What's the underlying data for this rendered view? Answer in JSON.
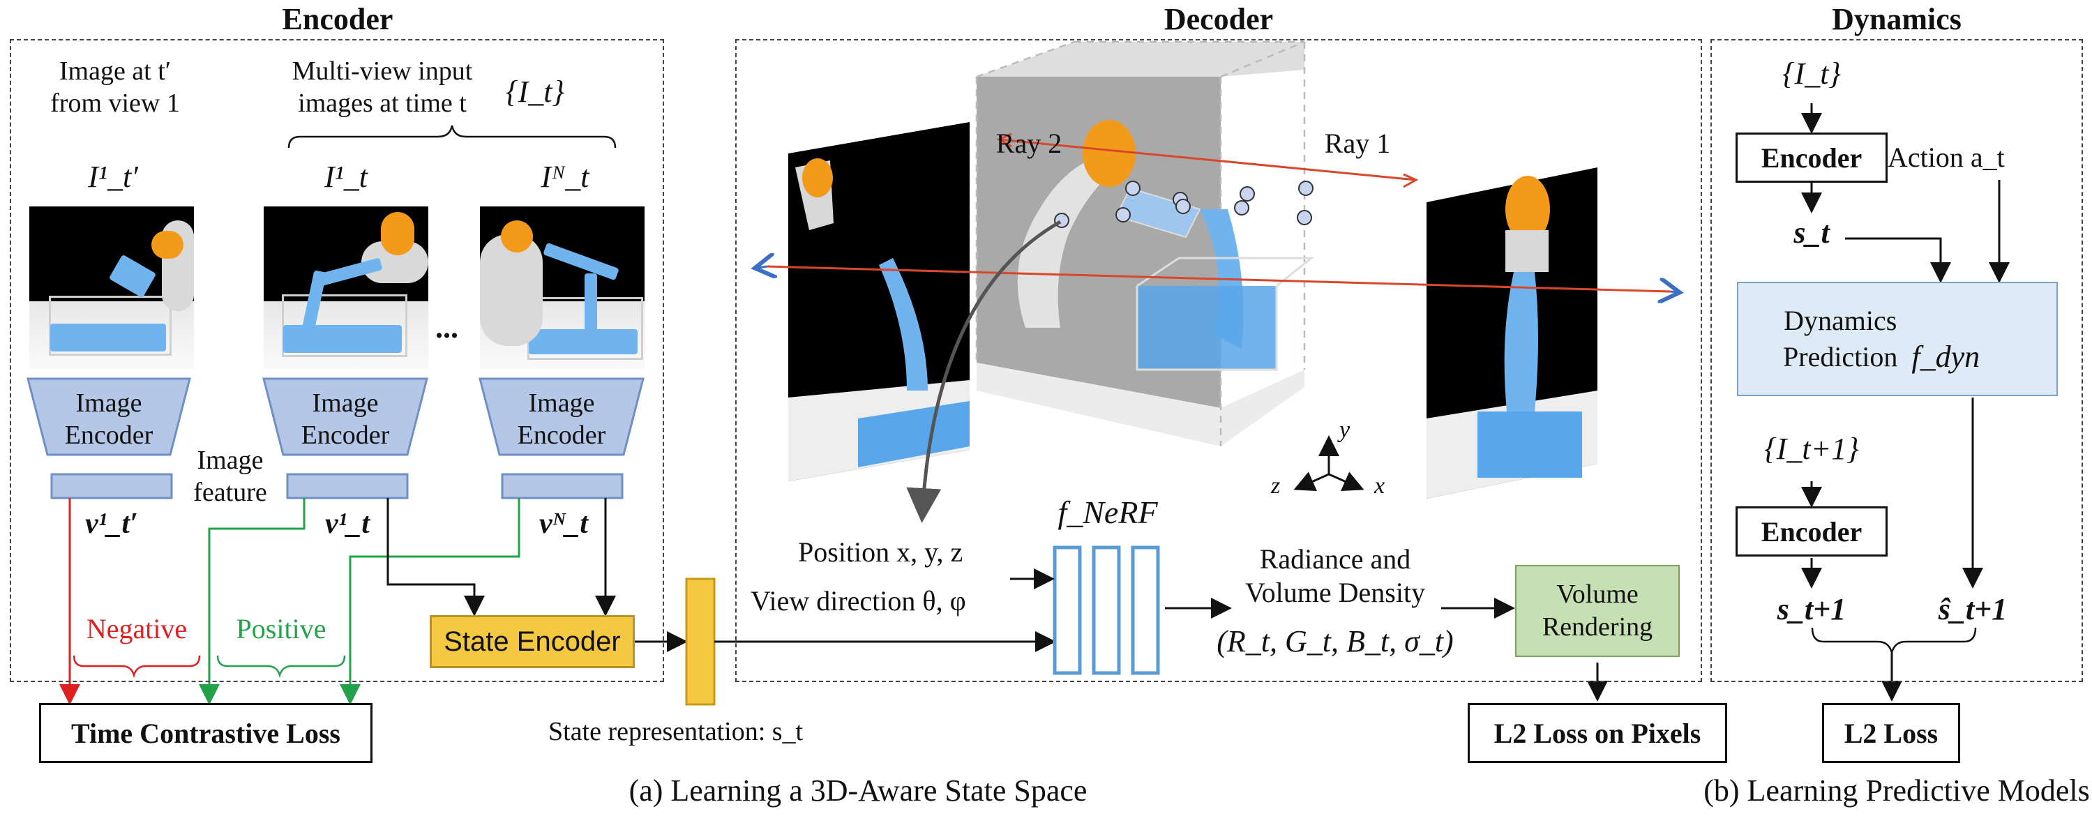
{
  "sections": {
    "encoder": "Encoder",
    "decoder": "Decoder",
    "dynamics": "Dynamics"
  },
  "encoder_panel": {
    "image_at_t_prime": "Image at t′\nfrom view 1",
    "multiview_label": "Multi-view input\nimages at time t",
    "image_set": "{I_t}",
    "img_label_tprime": "I¹_t′",
    "img_label_1": "I¹_t",
    "img_label_N": "Iᴺ_t",
    "ellipsis": "...",
    "image_encoder": "Image\nEncoder",
    "image_feature": "Image\nfeature",
    "v_tprime": "v¹_t′",
    "v_1": "v¹_t",
    "v_N": "vᴺ_t",
    "negative": "Negative",
    "positive": "Positive",
    "state_encoder": "State Encoder",
    "time_contrastive_loss": "Time Contrastive Loss",
    "state_representation": "State representation: s_t"
  },
  "decoder_panel": {
    "ray1": "Ray 1",
    "ray2": "Ray 2",
    "axis_y": "y",
    "axis_z": "z",
    "axis_x": "x",
    "position": "Position x, y, z",
    "view_direction": "View direction θ, φ",
    "f_nerf": "f_NeRF",
    "radiance": "Radiance and\nVolume Density",
    "rgb_sigma": "(R_t, G_t, B_t, σ_t)",
    "volume_rendering": "Volume\nRendering",
    "l2_pixels": "L2 Loss on Pixels"
  },
  "dynamics_panel": {
    "i_t": "{I_t}",
    "encoder1": "Encoder",
    "action": "Action a_t",
    "s_t": "s_t",
    "dyn_pred": "Dynamics\nPrediction",
    "f_dyn": "f_dyn",
    "i_t1": "{I_t+1}",
    "encoder2": "Encoder",
    "s_t1": "s_t+1",
    "s_hat_t1": "ŝ_t+1",
    "l2_loss": "L2 Loss"
  },
  "captions": {
    "a": "(a) Learning a 3D-Aware State Space",
    "b": "(b) Learning Predictive Models"
  },
  "colors": {
    "encoder_fill": "#b4c7e7",
    "encoder_stroke": "#6f8fc5",
    "state_encoder_fill": "#f5c842",
    "nerf_stroke": "#5b9bd5",
    "volume_fill": "#c6e0b4",
    "dyn_fill": "#deebf7",
    "negative": "#e02020",
    "positive": "#22a34a",
    "ray": "#d9472b"
  }
}
